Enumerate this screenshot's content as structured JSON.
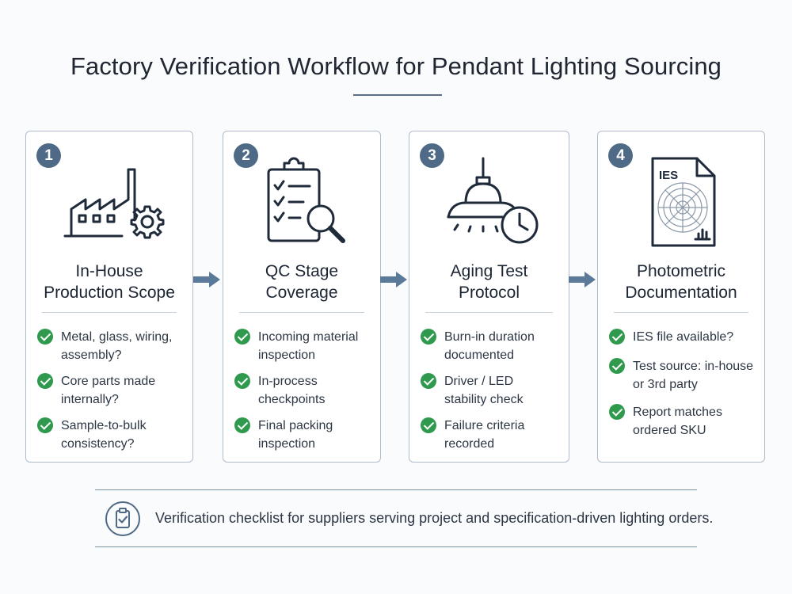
{
  "title": "Factory Verification Workflow for Pendant Lighting Sourcing",
  "steps": [
    {
      "number": "1",
      "title_line1": "In-House",
      "title_line2": "Production Scope",
      "icon": "factory-gear-icon",
      "items": [
        {
          "line1": "Metal, glass, wiring,",
          "line2": "assembly?"
        },
        {
          "line1": "Core parts made",
          "line2": "internally?"
        },
        {
          "line1": "Sample-to-bulk",
          "line2": "consistency?"
        }
      ]
    },
    {
      "number": "2",
      "title_line1": "QC Stage",
      "title_line2": "Coverage",
      "icon": "clipboard-magnifier-icon",
      "items": [
        {
          "line1": "Incoming material",
          "line2": "inspection"
        },
        {
          "line1": "In-process",
          "line2": "checkpoints"
        },
        {
          "line1": "Final packing",
          "line2": "inspection"
        }
      ]
    },
    {
      "number": "3",
      "title_line1": "Aging Test",
      "title_line2": "Protocol",
      "icon": "pendant-lamp-clock-icon",
      "items": [
        {
          "line1": "Burn-in duration",
          "line2": "documented"
        },
        {
          "line1": "Driver / LED",
          "line2": "stability check"
        },
        {
          "line1": "Failure criteria",
          "line2": "recorded"
        }
      ]
    },
    {
      "number": "4",
      "title_line1": "Photometric",
      "title_line2": "Documentation",
      "icon": "ies-document-icon",
      "icon_label": "IES",
      "items": [
        {
          "line1": "IES file available?",
          "line2": ""
        },
        {
          "line1": "Test source: in-house",
          "line2": "or 3rd party"
        },
        {
          "line1": "Report matches",
          "line2": "ordered SKU"
        }
      ]
    }
  ],
  "footer": {
    "icon": "clipboard-check-icon",
    "text": "Verification checklist for suppliers serving project and specification-driven lighting orders."
  },
  "colors": {
    "accent": "#4f6a86",
    "check": "#2f9a4e",
    "arrow": "#5b7a99",
    "border": "#aebccc"
  }
}
